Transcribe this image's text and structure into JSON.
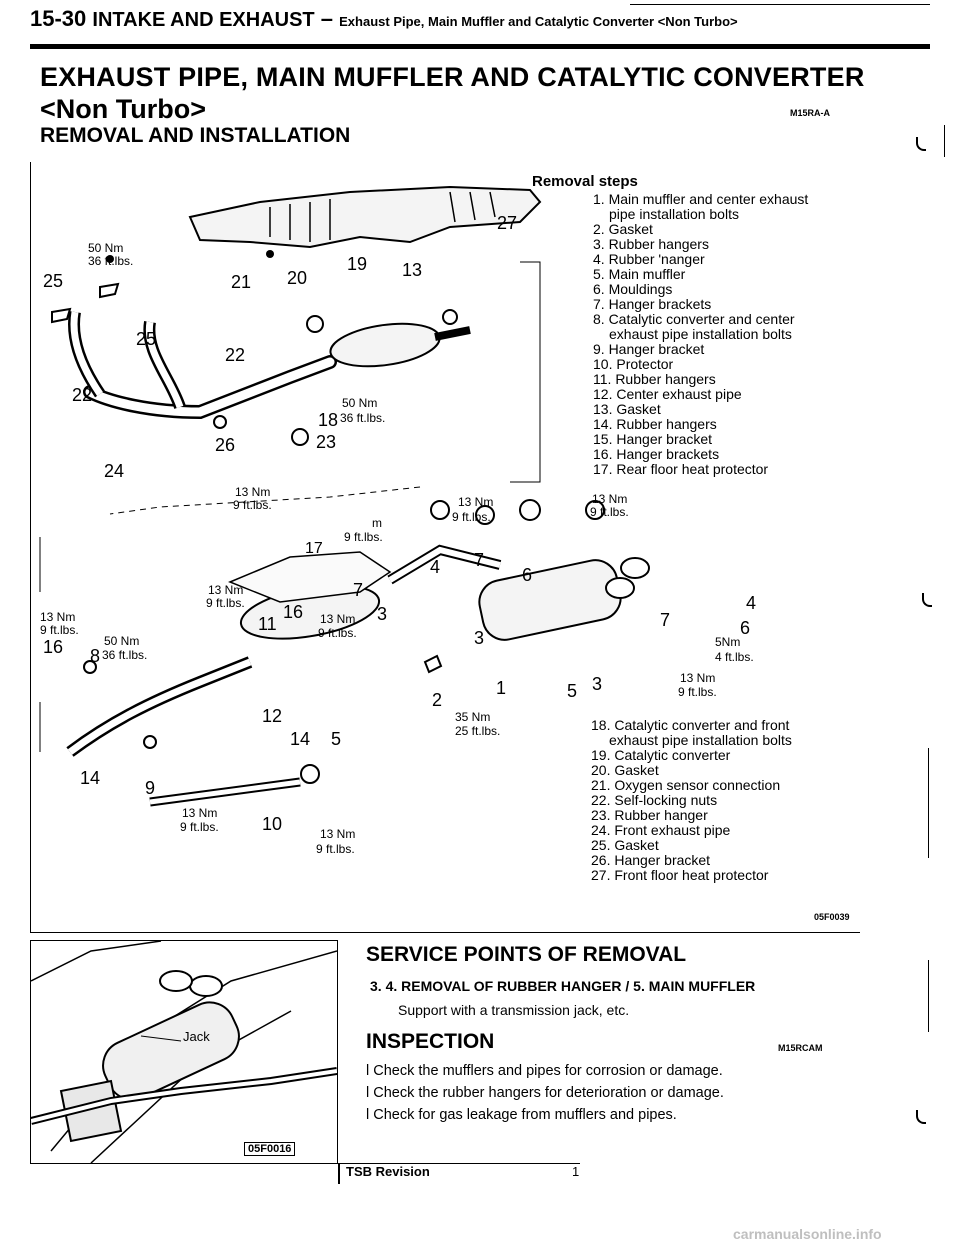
{
  "header": {
    "page_number": "15-30",
    "section": "INTAKE AND EXHAUST",
    "dash": "–",
    "subtitle": "Exhaust Pipe, Main Muffler and Catalytic Converter <Non Turbo>"
  },
  "title": {
    "main": "EXHAUST PIPE, MAIN MUFFLER AND CATALYTIC CONVERTER",
    "sub": "<Non Turbo>",
    "code": "M15RA-A",
    "section": "REMOVAL AND INSTALLATION"
  },
  "diagram": {
    "figure_code": "05F0039",
    "steps_title": "Removal steps",
    "steps_a": [
      "1. Main muffler and center exhaust",
      "pipe installation bolts",
      "2. Gasket",
      "3. Rubber hangers",
      "4. Rubber 'nanger",
      "5. Main muffler",
      "6. Mouldings",
      "7. Hanger brackets",
      "8. Catalytic converter and center",
      "exhaust pipe installation bolts",
      "9. Hanger bracket",
      "10. Protector",
      "11. Rubber hangers",
      "12. Center exhaust pipe",
      "13. Gasket",
      "14. Rubber hangers",
      "15. Hanger bracket",
      "16. Hanger brackets",
      "17. Rear floor heat protector"
    ],
    "steps_b": [
      "18. Catalytic converter and front",
      "exhaust pipe installation bolts",
      "19. Catalytic converter",
      "20. Gasket",
      "21. Oxygen sensor connection",
      "22. Self-locking nuts",
      "23. Rubber hanger",
      "24. Front exhaust pipe",
      "25. Gasket",
      "26. Hanger bracket",
      "27. Front floor heat protector"
    ],
    "torque": {
      "t50": "50 Nm",
      "t36": "36 ft.lbs.",
      "t50b": "50 Nm",
      "t36b": "36 ft.lbs.",
      "t13a": "13 Nm",
      "t9a": "9 ft.lbs.",
      "t13b": "13 Nm",
      "t9b": "9 ft.lbs.",
      "t13c": "13 Nm",
      "t9c": "9 ft.lbs.",
      "tm": "m",
      "t9d": "9 ft.lbs.",
      "t13e": "13 Nm",
      "t9e": "9 ft.lbs.",
      "t13f": "13 Nm",
      "t9f": "9 ft.lbs.",
      "t13g": "13 Nm",
      "t9g": "9 ft.lbs.",
      "t50c": "50 Nm",
      "t36c": "36 ft.lbs.",
      "t5": "5Nm",
      "t4": "4 ft.lbs.",
      "t13h": "13 Nm",
      "t9h": "9 ft.lbs.",
      "t35": "35 Nm",
      "t25": "25 ft.lbs.",
      "t13i": "13 Nm",
      "t9i": "9 ft.lbs.",
      "t13j": "13 Nm",
      "t9j": "9 ft.lbs."
    },
    "callouts": {
      "n27": "27",
      "n19": "19",
      "n13a": "13",
      "n21": "21",
      "n20": "20",
      "n25a": "25",
      "n25b": "25",
      "n22a": "22",
      "n22b": "22",
      "n18": "18",
      "n26": "26",
      "n23": "23",
      "n24": "24",
      "n17": "17",
      "n7a": "7",
      "n4a": "4",
      "n6a": "6",
      "n4b": "4",
      "n7b": "7",
      "n6b": "6",
      "n7c": "7",
      "n3a": "3",
      "n11": "11",
      "n16a": "16",
      "n16b": "16",
      "n8": "8",
      "n3b": "3",
      "n2": "2",
      "n1": "1",
      "n5a": "5",
      "n3c": "3",
      "n12": "12",
      "n14a": "14",
      "n5b": "5",
      "n14b": "14",
      "n9": "9",
      "n10": "10"
    }
  },
  "photo": {
    "label": "Jack",
    "code": "05F0016"
  },
  "service": {
    "title": "SERVICE POINTS OF REMOVAL",
    "heading": "3. 4. REMOVAL OF RUBBER HANGER / 5. MAIN MUFFLER",
    "body": "Support with a transmission jack, etc."
  },
  "inspection": {
    "title": "INSPECTION",
    "code": "M15RCAM",
    "bullets": [
      "l Check the mufflers and pipes for corrosion or damage.",
      "l Check the rubber hangers for deterioration or damage.",
      "l Check for gas leakage from mufflers and pipes."
    ]
  },
  "footer": {
    "tsb_label": "TSB Revision",
    "tsb_number": "1"
  },
  "watermark": "carmanualsonline.info"
}
